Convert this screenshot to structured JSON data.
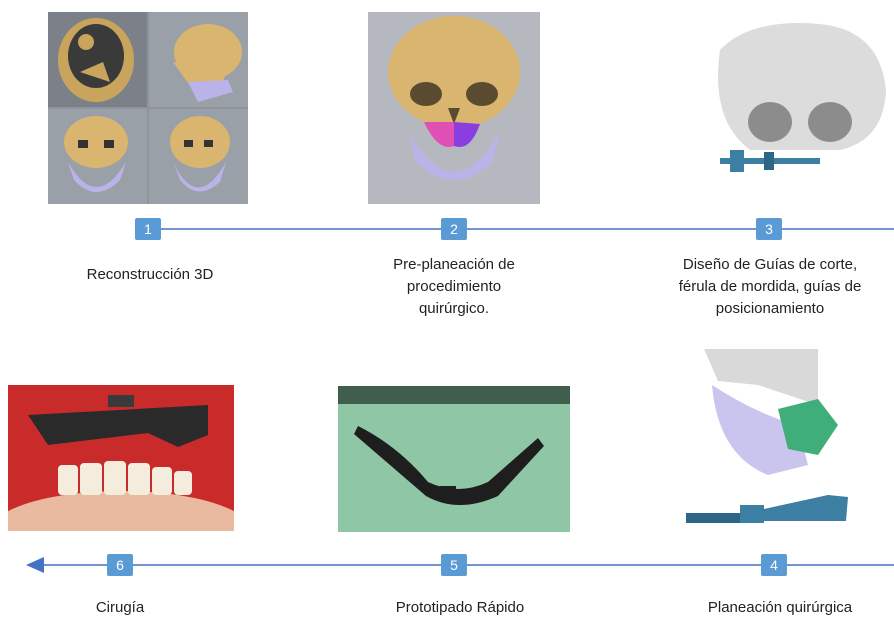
{
  "steps": [
    {
      "number": "1",
      "label": "Reconstrucción 3D"
    },
    {
      "number": "2",
      "label": "Pre-planeación de procedimiento quirúrgico."
    },
    {
      "number": "3",
      "label": "Diseño de Guías de corte, férula de mordida, guías de posicionamiento"
    },
    {
      "number": "4",
      "label": "Planeación quirúrgica"
    },
    {
      "number": "5",
      "label": "Prototipado Rápido"
    },
    {
      "number": "6",
      "label": "Cirugía"
    }
  ],
  "colors": {
    "timeline": "#4472c4",
    "badge": "#5b9bd5",
    "bone": "#d9b56f",
    "mandible": "#b9b3ea",
    "guide": "#3c7fa3"
  }
}
